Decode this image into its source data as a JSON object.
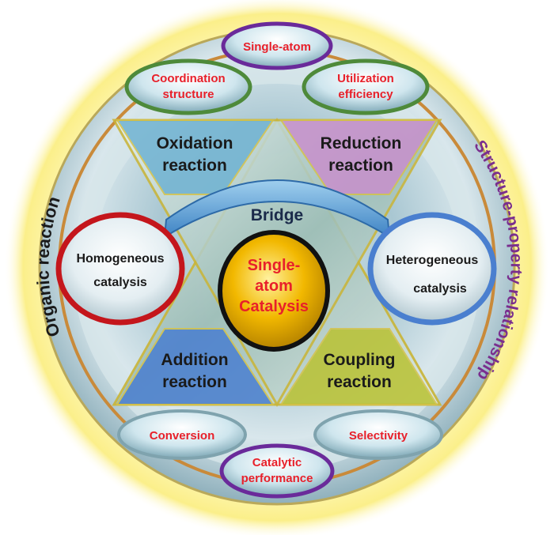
{
  "ring": {
    "left_label": "Organic reaction",
    "right_label": "Structure-property relationship"
  },
  "top_ovals": {
    "single_atom": "Single-atom",
    "coordination": [
      "Coordination",
      "structure"
    ],
    "utilization": [
      "Utilization",
      "efficiency"
    ]
  },
  "bottom_ovals": {
    "conversion": "Conversion",
    "selectivity": "Selectivity",
    "catalytic": [
      "Catalytic",
      "performance"
    ]
  },
  "triangles": {
    "oxidation": [
      "Oxidation",
      "reaction"
    ],
    "reduction": [
      "Reduction",
      "reaction"
    ],
    "addition": [
      "Addition",
      "reaction"
    ],
    "coupling": [
      "Coupling",
      "reaction"
    ]
  },
  "bridge": "Bridge",
  "side_circles": {
    "homogeneous": [
      "Homogeneous",
      "catalysis"
    ],
    "heterogeneous": [
      "Heterogeneous",
      "catalysis"
    ]
  },
  "center": [
    "Single-",
    "atom",
    "Catalysis"
  ],
  "colors": {
    "red_text": "#e8202a",
    "purple_text": "#7a2e8e",
    "dark_text": "#1a1a1a",
    "ring": "#c98a3a",
    "oval_purple": "#6a2a9a",
    "oval_green": "#4e8a3a",
    "center_fill": "#f2b800",
    "oxidation_fill": "#6fb2d2",
    "reduction_fill": "#c890cc",
    "addition_fill": "#4a7fd0",
    "coupling_fill": "#b9c232"
  }
}
